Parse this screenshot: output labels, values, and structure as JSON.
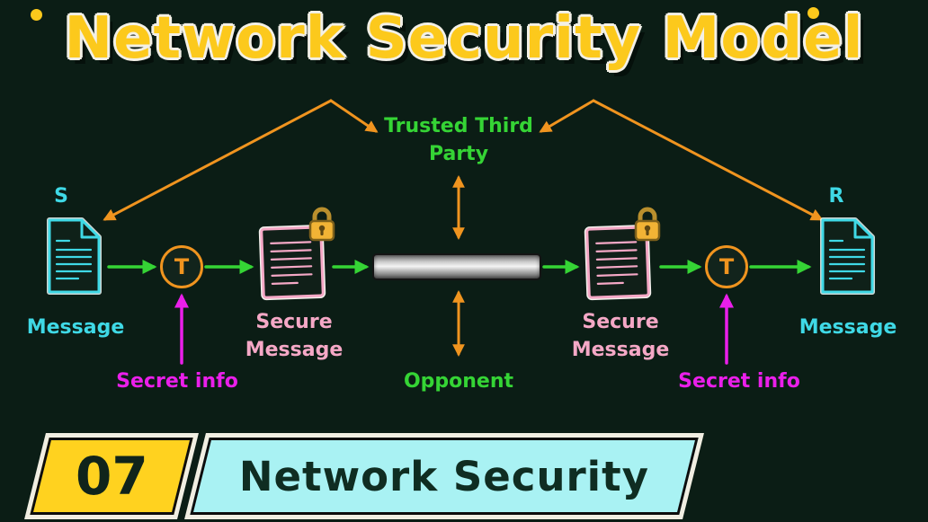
{
  "title": "Network Security Model",
  "diagram": {
    "trusted_third_party": "Trusted Third Party",
    "opponent": "Opponent",
    "sender": {
      "tag": "S",
      "label": "Message"
    },
    "receiver": {
      "tag": "R",
      "label": "Message"
    },
    "left_transform": {
      "letter": "T",
      "secret_info": "Secret info"
    },
    "right_transform": {
      "letter": "T",
      "secret_info": "Secret info"
    },
    "left_secure_message": "Secure Message",
    "right_secure_message": "Secure Message"
  },
  "footer": {
    "episode_number": "07",
    "series_title": "Network Security"
  },
  "icons": {
    "document-icon": "hand-drawn page with folded corner",
    "padlock-icon": "gold padlock",
    "transform-node": "circle with letter T",
    "channel-bar": "metallic cylinder channel"
  },
  "colors": {
    "background": "#0b1d15",
    "title_yellow": "#fcc91c",
    "arrow_green": "#35d435",
    "arrow_orange": "#f0941f",
    "arrow_magenta": "#ea1fea",
    "doc_cyan": "#3fd9e6",
    "secure_pink": "#f5a8c6",
    "lock_gold": "#f2b335",
    "channel_gray": "#c9c9c9",
    "footer_yellow": "#ffd21f",
    "footer_cyan": "#a9f2f3"
  }
}
